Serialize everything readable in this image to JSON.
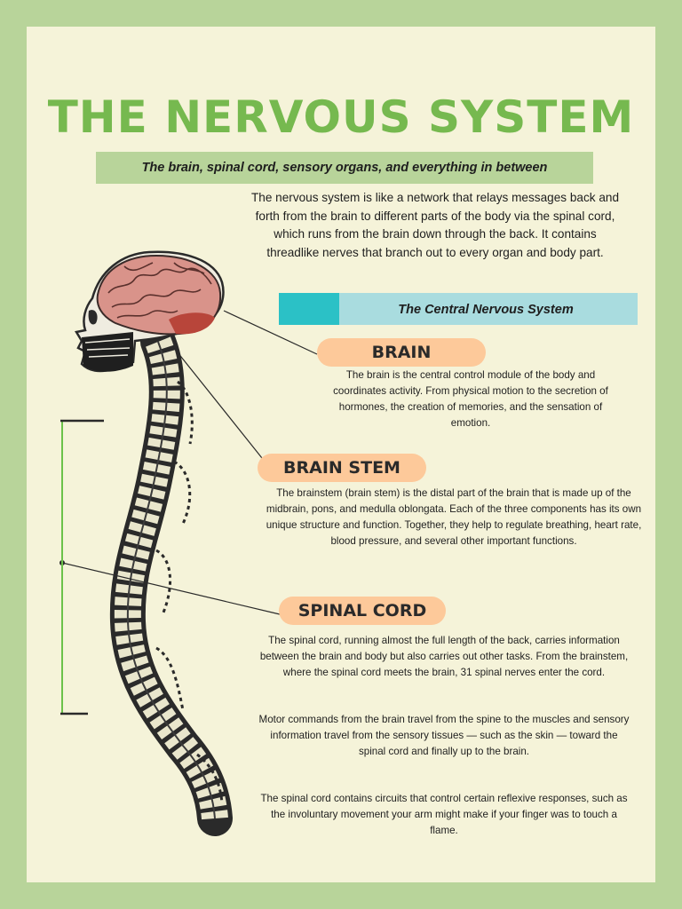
{
  "header": {
    "title": "THE NERVOUS SYSTEM",
    "subtitle": "The brain, spinal cord, sensory organs, and everything in between"
  },
  "intro": {
    "text": "The nervous system is like a network that relays messages back and forth from the brain to different parts of the body via the spinal cord, which runs from the brain down through the back. It contains threadlike nerves that branch out to every organ and body part."
  },
  "section": {
    "label": "The Central Nervous System"
  },
  "parts": {
    "brain": {
      "label": "BRAIN",
      "description": "The brain is the central control module of the body and coordinates activity. From physical motion to the secretion of hormones, the creation of memories, and the sensation of emotion."
    },
    "brain_stem": {
      "label": "BRAIN STEM",
      "description": "The brainstem (brain stem) is the distal part of the brain that is made up of the midbrain, pons, and medulla oblongata. Each of the three components has its own unique structure and function. Together, they help to regulate breathing, heart rate, blood pressure, and several other important functions."
    },
    "spinal_cord": {
      "label": "SPINAL CORD",
      "paragraphs": [
        "The spinal cord, running almost the full length of the back, carries information between the brain and body but also carries out other tasks. From the brainstem, where the spinal cord meets the brain, 31 spinal nerves enter the cord.",
        "Motor commands from the brain travel from the spine to the muscles and sensory information travel from the sensory tissues — such as the skin — toward the spinal cord and finally up to the brain.",
        "The spinal cord contains circuits that control certain reflexive responses, such as the involuntary movement your arm might make if your finger was to touch a flame."
      ]
    }
  },
  "colors": {
    "frame": "#b8d49a",
    "paper": "#f5f3d9",
    "title_green": "#76b94f",
    "label_pill": "#fdc99a",
    "teal_accent": "#2bc1c6",
    "teal_band": "#a9dcdf",
    "brain_tissue": "#d9938a",
    "bracket_green": "#6cc24a"
  },
  "icons": {
    "illustration": "skull-brain-spine-illustration"
  }
}
